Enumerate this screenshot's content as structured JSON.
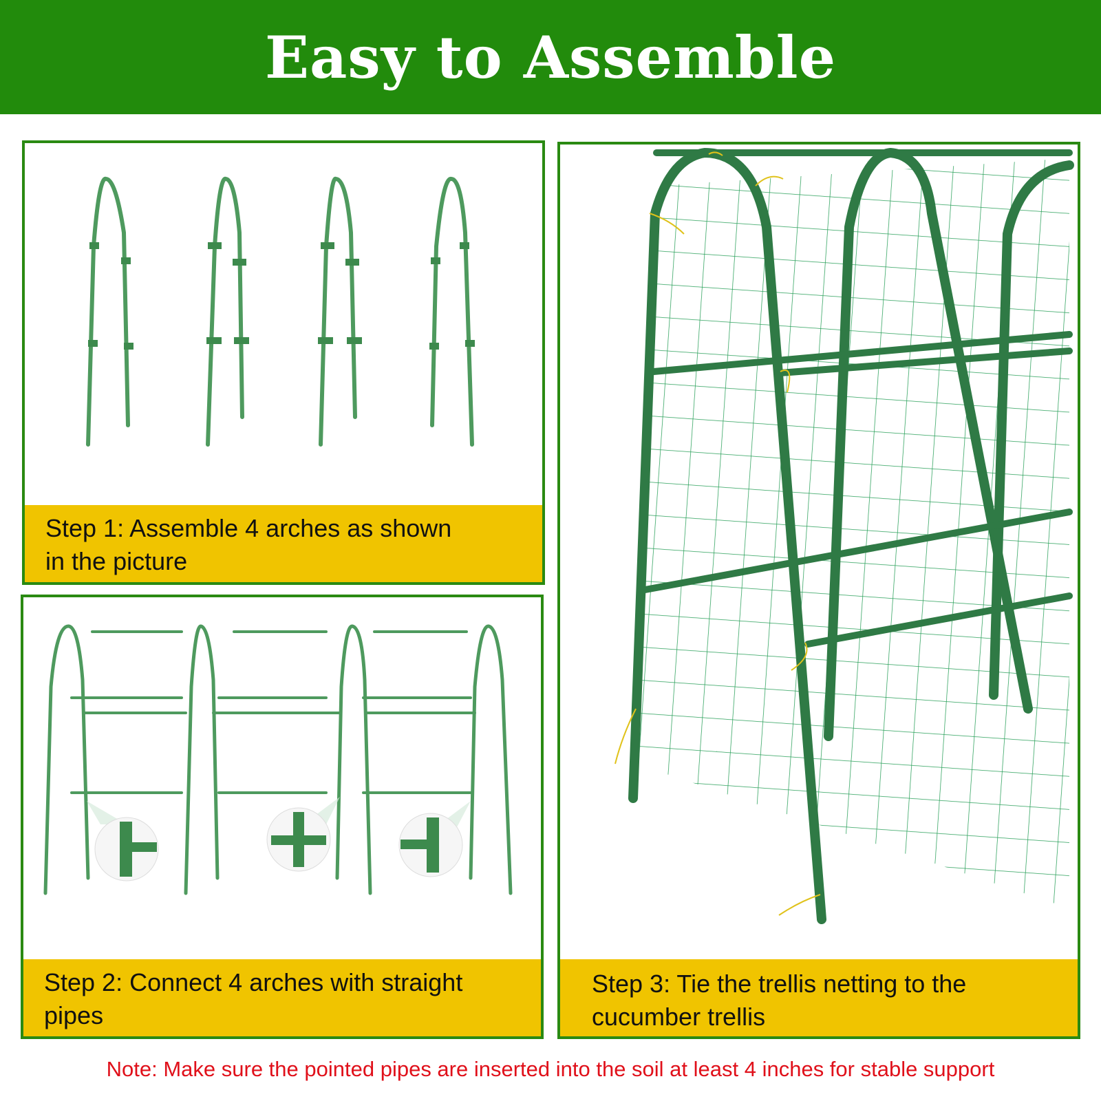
{
  "banner": {
    "title": "Easy to Assemble"
  },
  "steps": [
    {
      "label": "Step 1: Assemble 4 arches as shown",
      "label2": "in the picture"
    },
    {
      "label": "Step 2: Connect 4 arches with straight",
      "label2": "pipes"
    },
    {
      "label": "Step 3:  Tie the trellis netting to the",
      "label2": "cucumber trellis"
    }
  ],
  "note": "Note: Make sure the pointed pipes are inserted into the soil at least 4 inches for stable support",
  "colors": {
    "banner": "#228b0c",
    "panel_border": "#2a8a12",
    "caption_bg": "#f0c400",
    "note_text": "#e0101a",
    "pipe": "#3d8a4d",
    "netting": "#2aa05a"
  },
  "icons": [
    "arch-pipe-icon",
    "connector-joint-icon",
    "trellis-frame-icon",
    "netting-icon"
  ]
}
